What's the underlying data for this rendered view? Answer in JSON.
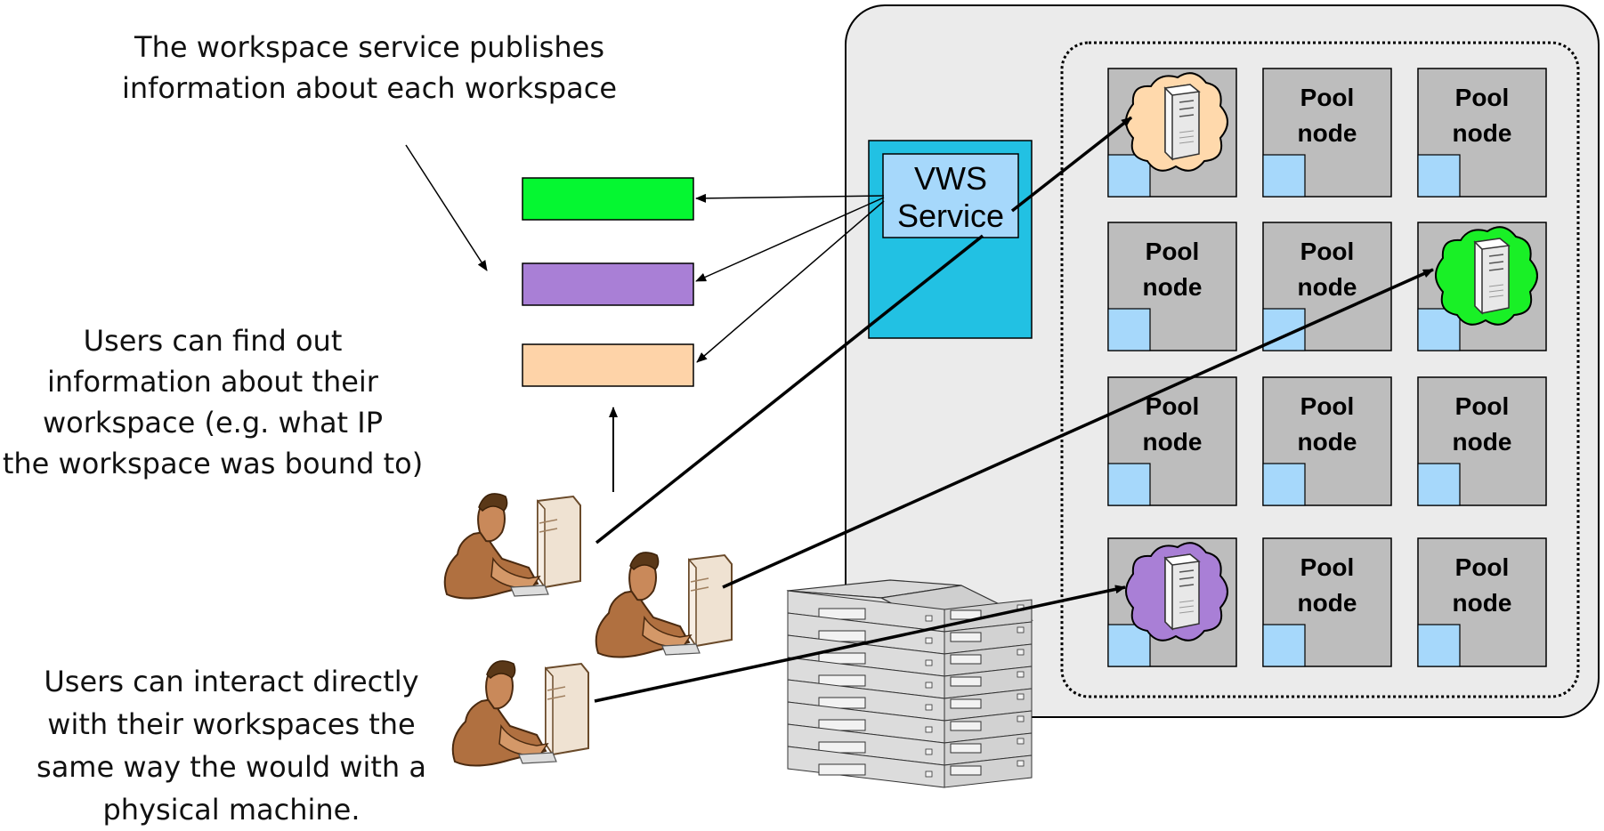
{
  "captions": {
    "publish": [
      "The workspace service publishes",
      "information about each workspace"
    ],
    "find": [
      "Users can find out",
      "information about their",
      "workspace (e.g. what IP",
      "the workspace was bound to)"
    ],
    "interact": [
      "Users can interact directly",
      "with their workspaces the",
      "same way the would with a",
      "physical machine."
    ]
  },
  "service": {
    "line1": "VWS",
    "line2": "Service"
  },
  "pool": {
    "cells": [
      {
        "kind": "vm",
        "color": "#FFD9AC",
        "label1": "",
        "label2": ""
      },
      {
        "kind": "node",
        "label1": "Pool",
        "label2": "node"
      },
      {
        "kind": "node",
        "label1": "Pool",
        "label2": "node"
      },
      {
        "kind": "node",
        "label1": "Pool",
        "label2": "node"
      },
      {
        "kind": "node",
        "label1": "Pool",
        "label2": "node"
      },
      {
        "kind": "vm",
        "color": "#19F026",
        "label1": "",
        "label2": ""
      },
      {
        "kind": "node",
        "label1": "Pool",
        "label2": "node"
      },
      {
        "kind": "node",
        "label1": "Pool",
        "label2": "node"
      },
      {
        "kind": "node",
        "label1": "Pool",
        "label2": "node"
      },
      {
        "kind": "vm",
        "color": "#A97FD6",
        "label1": "",
        "label2": ""
      },
      {
        "kind": "node",
        "label1": "Pool",
        "label2": "node"
      },
      {
        "kind": "node",
        "label1": "Pool",
        "label2": "node"
      }
    ]
  },
  "info_boxes": [
    {
      "name": "workspace-info-green",
      "color": "#05F731"
    },
    {
      "name": "workspace-info-purple",
      "color": "#A97FD6"
    },
    {
      "name": "workspace-info-peach",
      "color": "#FED3A8"
    }
  ],
  "colors": {
    "site_bg": "#EBEBEB",
    "service_bg": "#22C1E3",
    "service_label_bg": "#A6D8FB",
    "node_bg": "#BDBDBD",
    "node_chip": "#A6D8FB"
  },
  "icons": {
    "users": [
      "user-workstation-icon",
      "user-workstation-icon",
      "user-workstation-icon"
    ],
    "servers": "server-rack-icon"
  }
}
